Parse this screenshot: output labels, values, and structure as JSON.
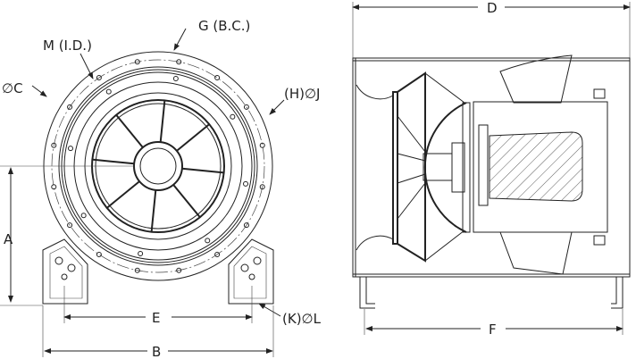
{
  "drawing": {
    "front_view": {
      "labels": {
        "bolt_circle": "G (B.C.)",
        "inside_diameter": "M (I.D.)",
        "outer_diameter": "∅C",
        "flange_holes": "(H)∅J",
        "height": "A",
        "foot_spacing": "E",
        "foot_holes": "(K)∅L",
        "overall_width": "B"
      }
    },
    "side_view": {
      "labels": {
        "overall_length": "D",
        "foot_length": "F"
      }
    }
  }
}
